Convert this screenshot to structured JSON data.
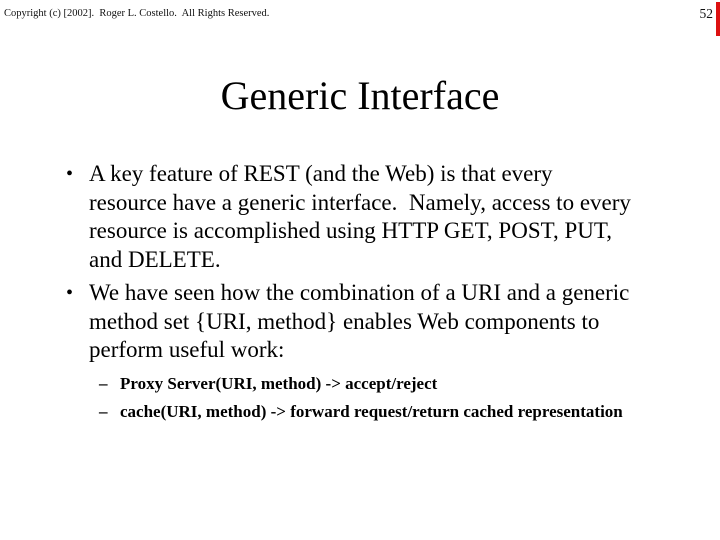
{
  "page": {
    "copyright": "Copyright (c) [2002].  Roger L. Costello.  All Rights Reserved.",
    "page_number": "52",
    "accent_red": "#dd1111",
    "background": "#ffffff",
    "text_color": "#000000"
  },
  "slide": {
    "title": "Generic Interface",
    "bullet_marker": "•",
    "sub_marker": "–",
    "bullets": [
      {
        "lines": [
          "A key feature of REST (and the Web) is that every",
          "resource have a generic interface.  Namely, access to every",
          "resource is accomplished using HTTP GET, POST, PUT,",
          "and DELETE."
        ]
      },
      {
        "lines": [
          "We have seen how the combination of a URI and a generic",
          "method set {URI, method} enables Web components to",
          "perform useful work:"
        ]
      }
    ],
    "sub_bullets": [
      {
        "text": "Proxy Server(URI, method) -> accept/reject"
      },
      {
        "text": "cache(URI, method) -> forward request/return cached representation"
      }
    ]
  }
}
